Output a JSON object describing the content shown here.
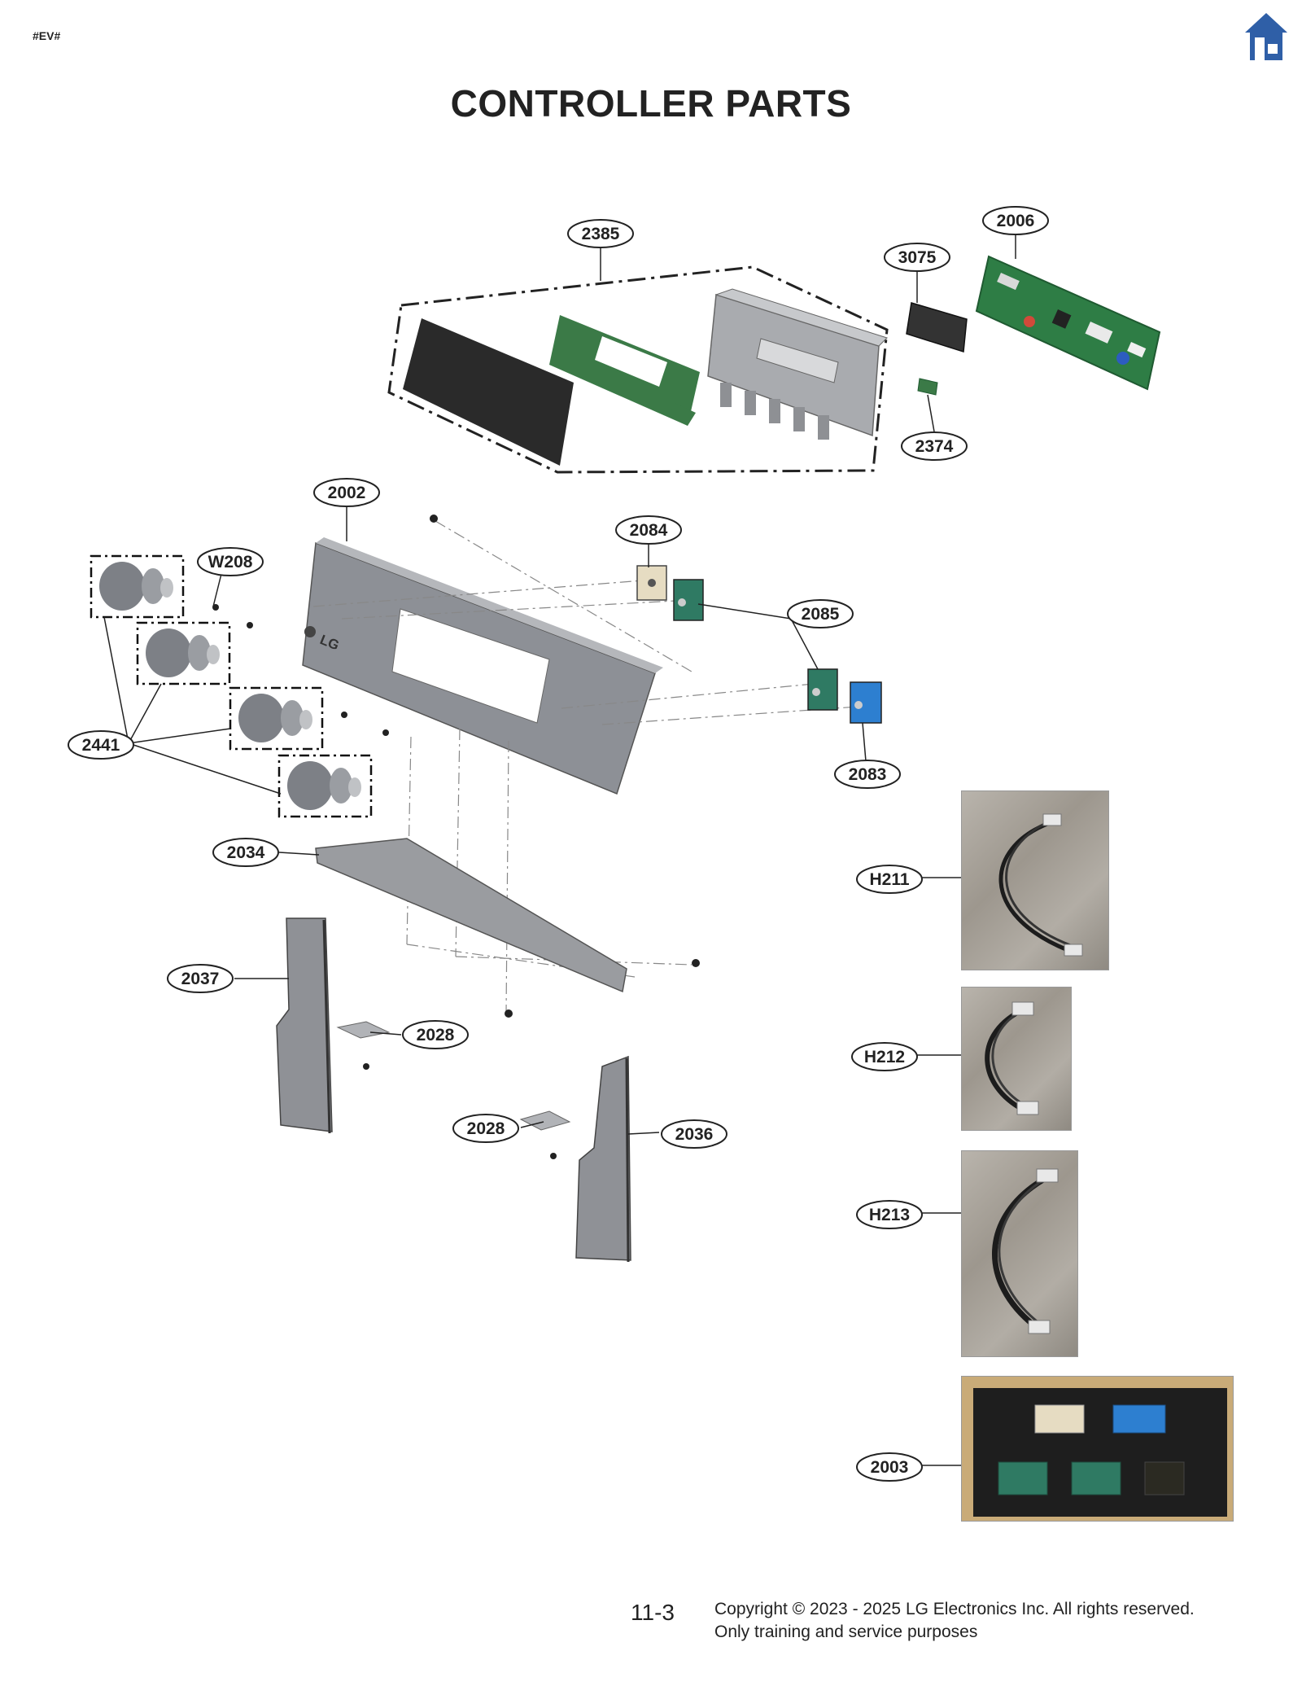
{
  "page": {
    "tag": "#EV#",
    "title": "CONTROLLER PARTS",
    "home_icon": "home-icon",
    "page_number": "11-3",
    "copyright": "Copyright © 2023 - 2025 LG Electronics Inc. All rights reserved.",
    "usage_note": "Only training and service purposes"
  },
  "panel_logo": "LG",
  "callouts": {
    "c2385": "2385",
    "c2006": "2006",
    "c3075": "3075",
    "c2374": "2374",
    "c2002": "2002",
    "cW208": "W208",
    "c2084": "2084",
    "c2085": "2085",
    "c2083": "2083",
    "c2441": "2441",
    "c2034": "2034",
    "c2037": "2037",
    "c2028a": "2028",
    "c2028b": "2028",
    "c2036": "2036",
    "cH211": "H211",
    "cH212": "H212",
    "cH213": "H213",
    "c2003": "2003"
  },
  "colors": {
    "home_icon": "#2f5fa7",
    "panel": "#8d9096",
    "board": "#2e7d45",
    "film": "#3b7a47",
    "display": "#2a2a2a",
    "switch_green": "#2f7a63",
    "switch_blue": "#2d7fd0",
    "switch_beige": "#e6dcc2"
  }
}
